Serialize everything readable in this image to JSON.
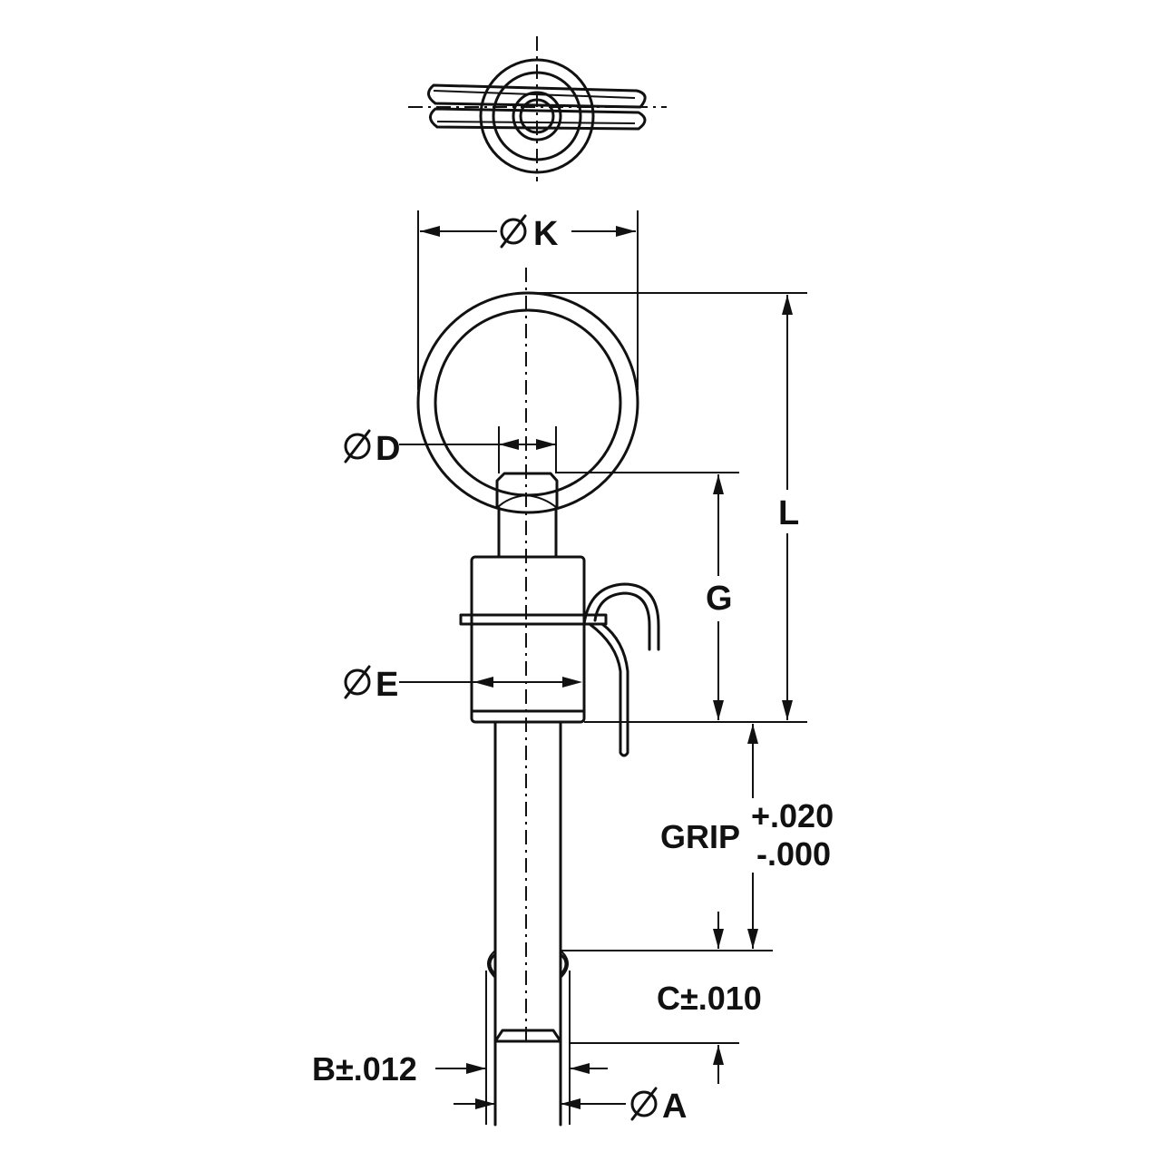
{
  "labels": {
    "dia_k": "K",
    "dia_d": "D",
    "dia_e": "E",
    "dia_a": "A",
    "length_l": "L",
    "grip_g": "G",
    "grip": "GRIP",
    "grip_tol_plus": "+.020",
    "grip_tol_minus": "-.000",
    "dim_c": "C±.010",
    "dim_b": "B±.012"
  },
  "icons": {
    "diameter": "diameter-symbol"
  }
}
